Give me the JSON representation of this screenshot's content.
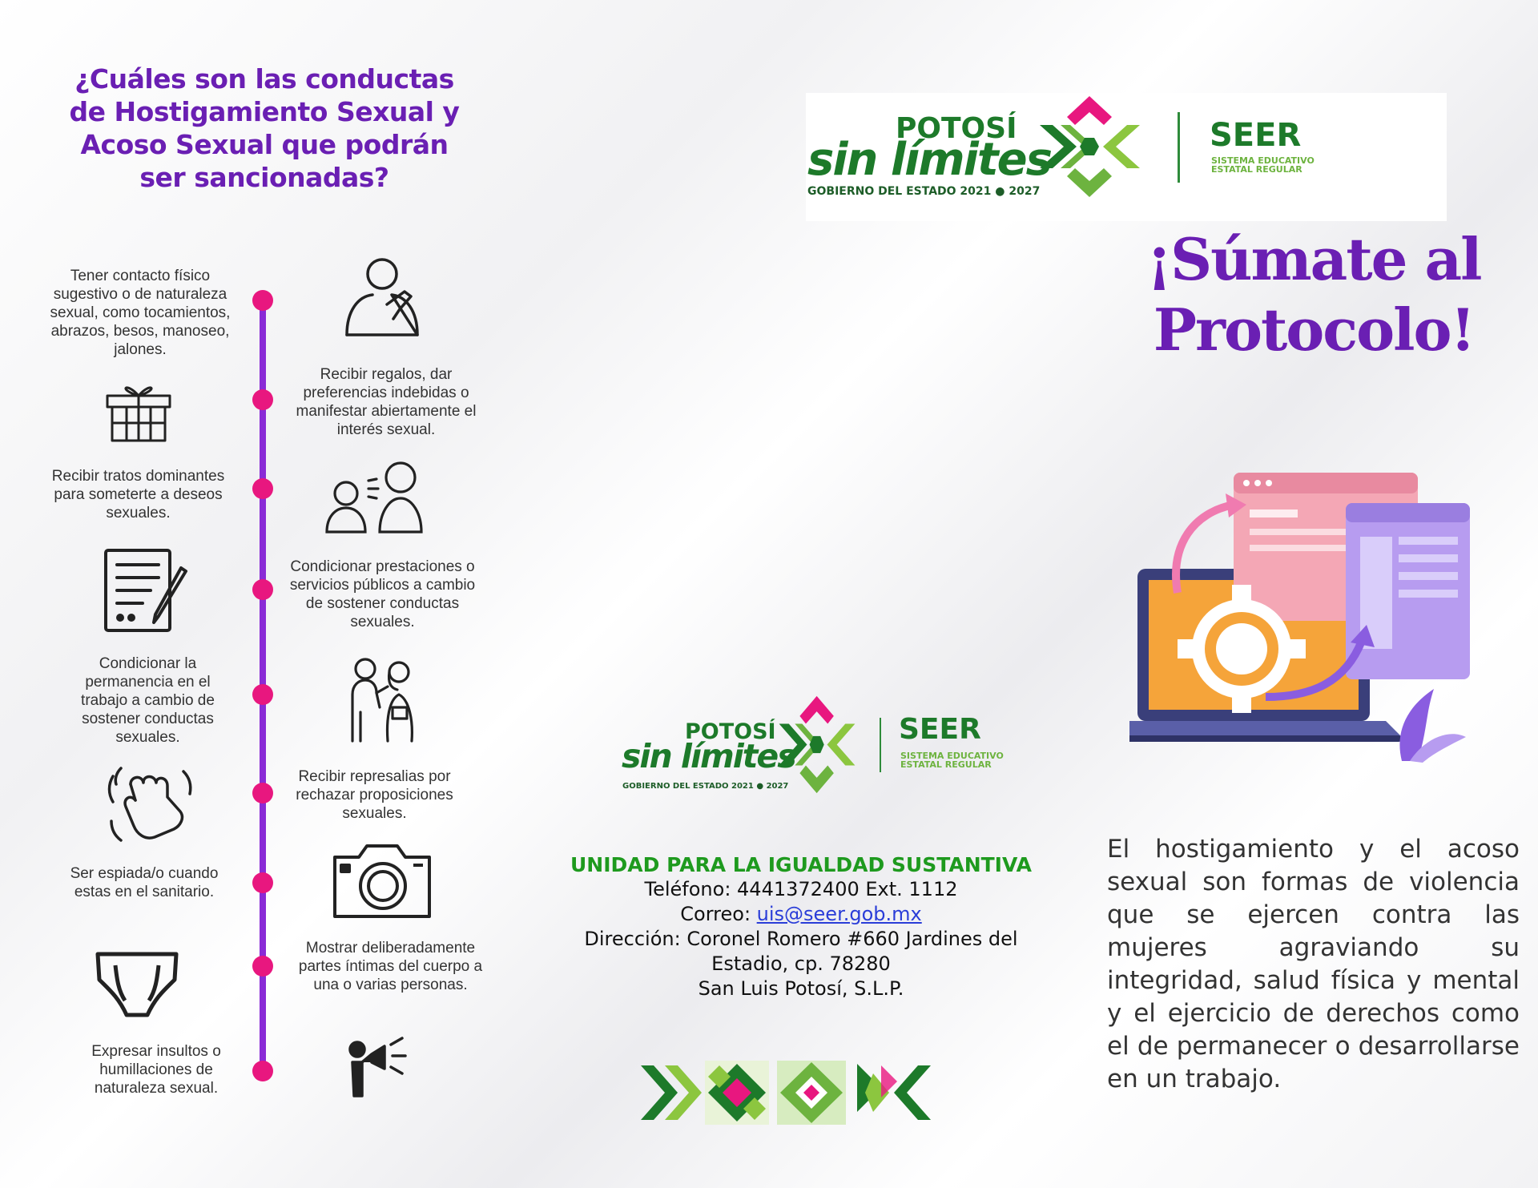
{
  "left_panel": {
    "question": "¿Cuáles son las conductas de Hostigamiento Sexual y Acoso Sexual que podrán ser sancionadas?",
    "conducts": [
      "Tener contacto físico sugestivo o de naturaleza sexual, como tocamientos, abrazos, besos, manoseo, jalones.",
      "Recibir regalos, dar preferencias indebidas o manifestar abiertamente el interés sexual.",
      "Recibir tratos dominantes para someterte a deseos sexuales.",
      "Condicionar prestaciones o servicios públicos a cambio de sostener conductas sexuales.",
      "Condicionar la permanencia en el trabajo a cambio de sostener conductas sexuales.",
      "Recibir represalias por rechazar proposiciones sexuales.",
      "Ser espiada/o cuando estas en el sanitario.",
      "Mostrar deliberadamente partes íntimas del cuerpo a una o varias personas.",
      "Expresar insultos o humillaciones de naturaleza sexual."
    ],
    "icons": [
      "touch-person-icon",
      "gift-icon",
      "dialogue-people-icon",
      "document-sign-icon",
      "harassment-scene-icon",
      "fist-icon",
      "camera-icon",
      "underwear-icon",
      "megaphone-person-icon"
    ]
  },
  "logo": {
    "potosi": "POTOSÍ",
    "sin_limites": "sin límites",
    "gobierno": "GOBIERNO DEL ESTADO 2021",
    "gobierno_end": "2027",
    "seer": "SEER",
    "seer_line1": "SISTEMA EDUCATIVO",
    "seer_line2": "ESTATAL REGULAR"
  },
  "headline": {
    "line1": "¡Súmate al",
    "line2": "Protocolo!"
  },
  "contact": {
    "unit": "UNIDAD PARA LA IGUALDAD SUSTANTIVA",
    "phone": "Teléfono: 4441372400 Ext. 1112",
    "email_label": "Correo: ",
    "email": "uis@seer.gob.mx",
    "address1": "Dirección: Coronel Romero #660 Jardines del",
    "address2": "Estadio, cp. 78280",
    "city": "San Luis Potosí, S.L.P."
  },
  "paragraph": "El hostigamiento y el acoso sexual son formas de violencia que se ejercen contra las mujeres agraviando su integridad, salud física y mental y el ejercicio de derechos como el de permanecer o desarrollarse en un trabajo.",
  "colors": {
    "purple": "#6a1fb3",
    "magenta": "#e8177f",
    "green": "#1d7a2a",
    "lime": "#8cc63f"
  }
}
